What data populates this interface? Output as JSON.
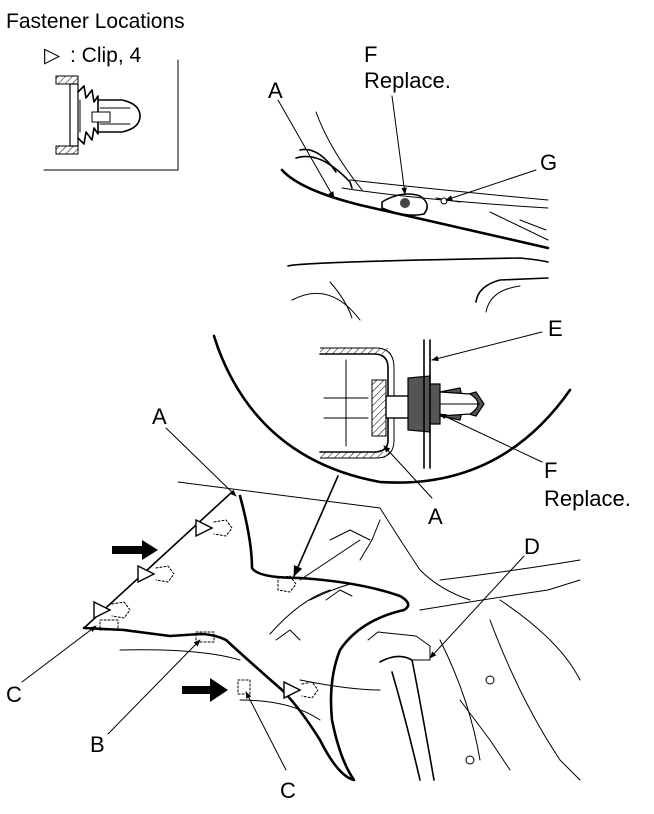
{
  "legend": {
    "title": "Fastener Locations",
    "symbol": "▷",
    "item_text": ": Clip, 4"
  },
  "callouts": {
    "a_top": "A",
    "f_top": "F",
    "f_top_note": "Replace.",
    "g": "G",
    "e": "E",
    "f_mid": "F",
    "f_mid_note": "Replace.",
    "a_mid": "A",
    "a_left": "A",
    "d": "D",
    "c_left": "C",
    "b": "B",
    "c_bottom": "C"
  },
  "colors": {
    "line": "#000000",
    "part_fill": "#555555",
    "background": "#ffffff"
  },
  "icons": [
    "clip-triangle-icon",
    "direction-arrow-icon"
  ]
}
